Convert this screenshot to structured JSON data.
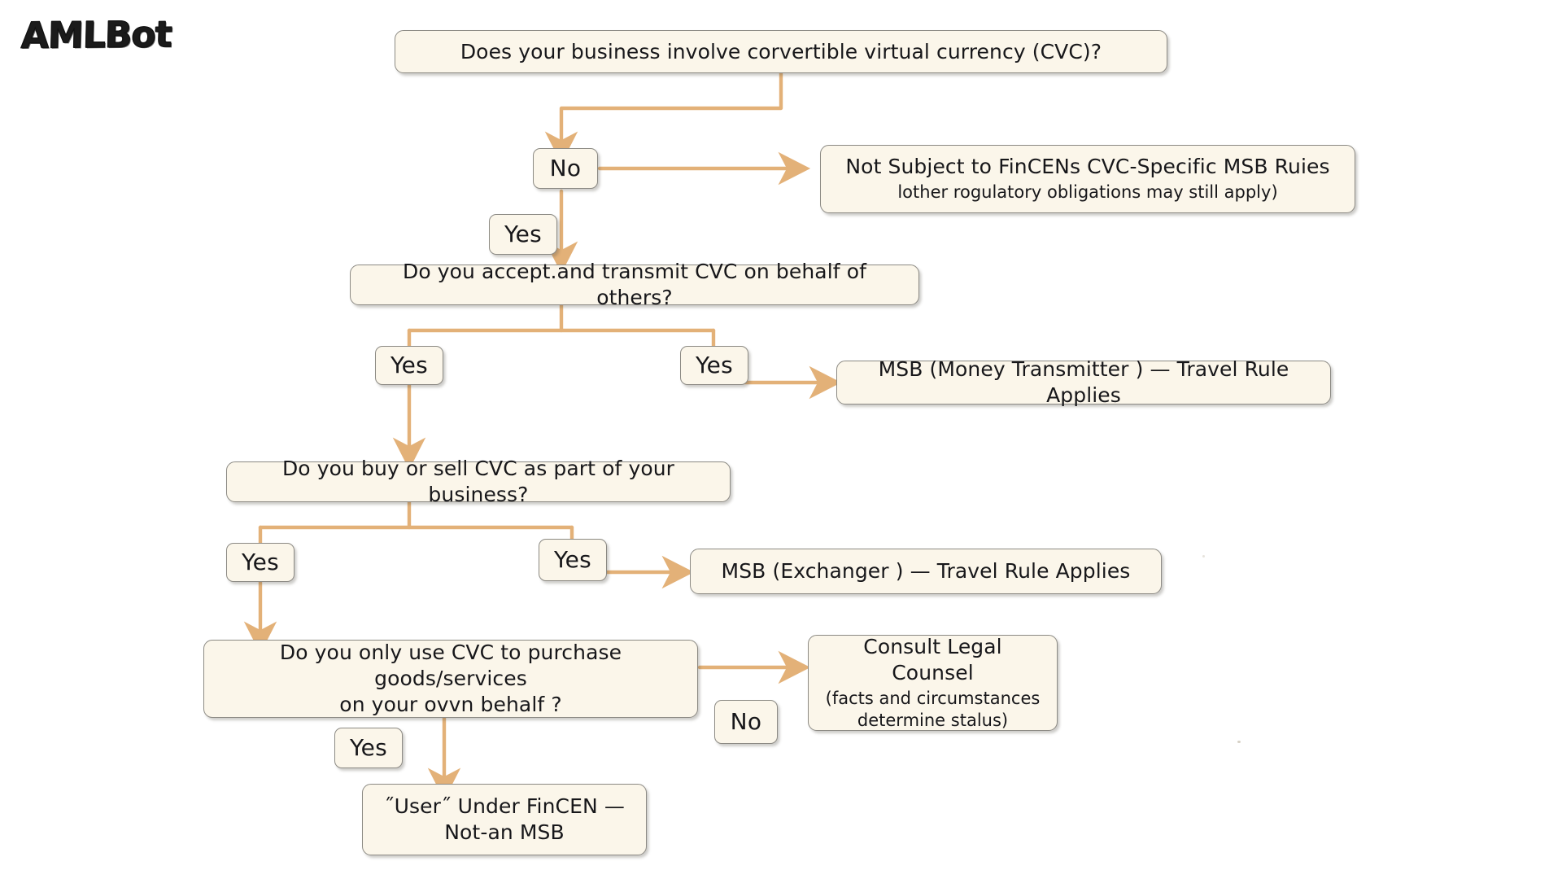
{
  "brand": {
    "name": "AMLBot"
  },
  "palette": {
    "connector": "#e3b178",
    "node_fill": "#fbf6ea",
    "node_border": "#8c8a84",
    "text": "#17171a",
    "background": "#ffffff"
  },
  "diagram": {
    "title": "FinCEN CVC / MSB status decision flowchart",
    "nodes": [
      {
        "id": "q1",
        "kind": "question",
        "text": "Does your business involve corvertible virtual currency (CVC)?"
      },
      {
        "id": "no1",
        "kind": "label",
        "text": "No"
      },
      {
        "id": "out1",
        "kind": "outcome",
        "text": "Not Subject to FinCENs CVC-Specific MSB Ruies",
        "subtext": "lother rogulatory obligations may still apply)"
      },
      {
        "id": "yes1",
        "kind": "label",
        "text": "Yes"
      },
      {
        "id": "q2",
        "kind": "question",
        "text": "Do you accept.and transmit CVC on behalf of others?"
      },
      {
        "id": "yes2a",
        "kind": "label",
        "text": "Yes"
      },
      {
        "id": "yes2b",
        "kind": "label",
        "text": "Yes"
      },
      {
        "id": "out2",
        "kind": "outcome",
        "text": "MSB (Money Transmitter ) — Travel Rule Applies"
      },
      {
        "id": "q3",
        "kind": "question",
        "text": "Do you buy or sell CVC as part of your business?"
      },
      {
        "id": "yes3a",
        "kind": "label",
        "text": "Yes"
      },
      {
        "id": "yes3b",
        "kind": "label",
        "text": "Yes"
      },
      {
        "id": "out3",
        "kind": "outcome",
        "text": "MSB (Exchanger ) — Travel Rule Applies"
      },
      {
        "id": "q4",
        "kind": "question",
        "text": "Do you only use CVC to purchase goods/services",
        "line2": "on your ovvn behalf ?"
      },
      {
        "id": "no2",
        "kind": "label",
        "text": "No"
      },
      {
        "id": "out4",
        "kind": "outcome",
        "text": "Consult Legal Counsel",
        "subtext": "(facts and circumstances",
        "subtext2": "determine stalus)"
      },
      {
        "id": "yes4",
        "kind": "label",
        "text": "Yes"
      },
      {
        "id": "out5",
        "kind": "outcome",
        "text": "˝User˝ Under FinCEN —",
        "subtext": "Not-an MSB"
      }
    ]
  }
}
